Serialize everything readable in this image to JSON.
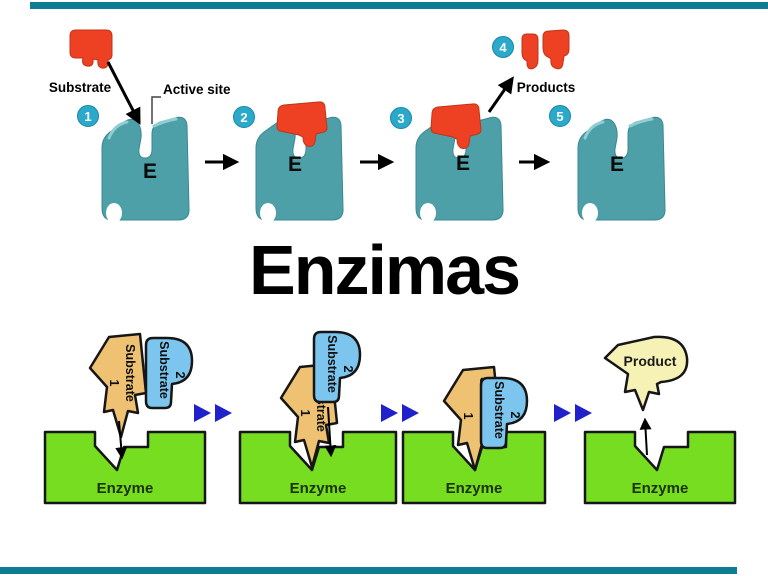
{
  "slide": {
    "title": "Enzimas",
    "bar_color": "#0e7d91"
  },
  "top_diagram": {
    "substrate_label": "Substrate",
    "active_site_label": "Active site",
    "products_label": "Products",
    "enzyme_letter": "E",
    "step_numbers": [
      "1",
      "2",
      "3",
      "4",
      "5"
    ],
    "colors": {
      "enzyme": "#4d9fa8",
      "substrate": "#ee4023",
      "badge": "#2ba9cb"
    }
  },
  "bottom_diagram": {
    "enzyme_label": "Enzyme",
    "substrate_word": "Substrate",
    "substrate1_number": "1",
    "substrate2_number": "2",
    "product_label": "Product",
    "colors": {
      "enzyme": "#76dd21",
      "substrate1": "#eec173",
      "substrate2": "#7cc5ef",
      "product": "#f6f2b5",
      "arrow": "#2121cc"
    }
  }
}
